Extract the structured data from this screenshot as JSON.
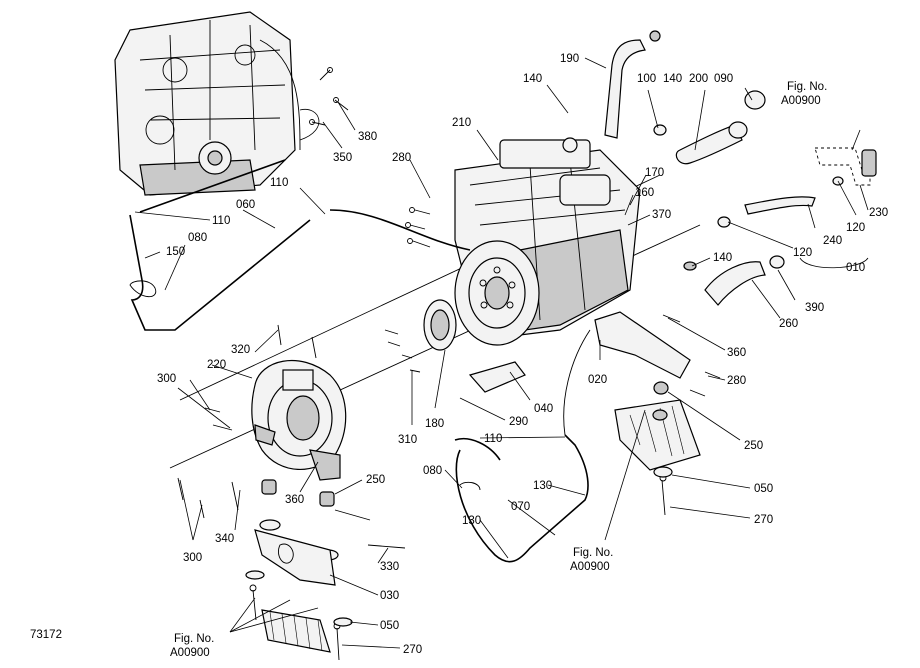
{
  "drawing_number": "73172",
  "fig_refs": {
    "top_right": [
      "Fig. No.",
      "A00900"
    ],
    "middle": [
      "Fig. No.",
      "A00900"
    ],
    "bottom_left": [
      "Fig. No.",
      "A00900"
    ]
  },
  "callouts": {
    "c190": "190",
    "c140a": "140",
    "c100": "100",
    "c140b": "140",
    "c200": "200",
    "c090": "090",
    "c380": "380",
    "c350": "350",
    "c210": "210",
    "c280a": "280",
    "c170": "170",
    "c160": "160",
    "c370": "370",
    "c110a": "110",
    "c110b": "110",
    "c060": "060",
    "c080a": "080",
    "c150": "150",
    "c230": "230",
    "c120a": "120",
    "c240": "240",
    "c120b": "120",
    "c010": "010",
    "c140c": "140",
    "c390": "390",
    "c260": "260",
    "c320": "320",
    "c220": "220",
    "c300a": "300",
    "c360a": "360",
    "c280b": "280",
    "c020": "020",
    "c040": "040",
    "c290": "290",
    "c180": "180",
    "c310": "310",
    "c250a": "250",
    "c110c": "110",
    "c080b": "080",
    "c130a": "130",
    "c070": "070",
    "c130b": "130",
    "c050a": "050",
    "c270a": "270",
    "c360b": "360",
    "c250b": "250",
    "c340": "340",
    "c300b": "300",
    "c330": "330",
    "c030": "030",
    "c050b": "050",
    "c270b": "270"
  }
}
